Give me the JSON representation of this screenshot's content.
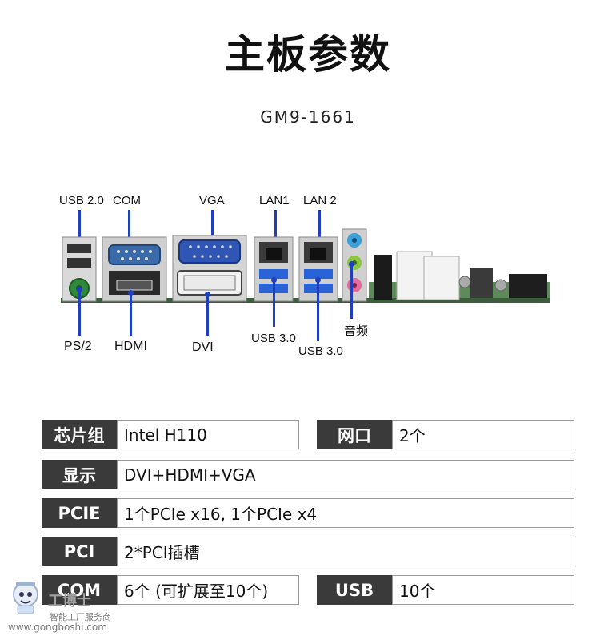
{
  "title": "主板参数",
  "model": "GM9-1661",
  "ports_top": {
    "usb2": "USB 2.0",
    "com": "COM",
    "vga": "VGA",
    "lan1": "LAN1",
    "lan2": "LAN 2"
  },
  "ports_bottom": {
    "ps2": "PS/2",
    "hdmi": "HDMI",
    "dvi": "DVI",
    "usb3_a": "USB 3.0",
    "usb3_b": "USB 3.0",
    "audio": "音频"
  },
  "specs": {
    "chipset": {
      "key": "芯片组",
      "value": "Intel H110"
    },
    "lan": {
      "key": "网口",
      "value": "2个"
    },
    "display": {
      "key": "显示",
      "value": "DVI+HDMI+VGA"
    },
    "pcie": {
      "key": "PCIE",
      "value": "1个PCIe x16, 1个PCIe x4"
    },
    "pci": {
      "key": "PCI",
      "value": "2*PCI插槽"
    },
    "com": {
      "key": "COM",
      "value": "6个 (可扩展至10个)"
    },
    "usb": {
      "key": "USB",
      "value": "10个"
    }
  },
  "watermark": {
    "brand": "工博士",
    "tagline": "智能工厂服务商",
    "url": "www.gongboshi.com"
  },
  "colors": {
    "accent_line": "#1f3fbf",
    "key_cell": "#3a3a3a",
    "usb3_blue": "#2a63d8",
    "vga_blue": "#2f55b5",
    "ps2_green": "#2e8a3a",
    "audio_blue": "#3aa0d8",
    "audio_green": "#8bc63f",
    "audio_pink": "#e36a9a"
  }
}
